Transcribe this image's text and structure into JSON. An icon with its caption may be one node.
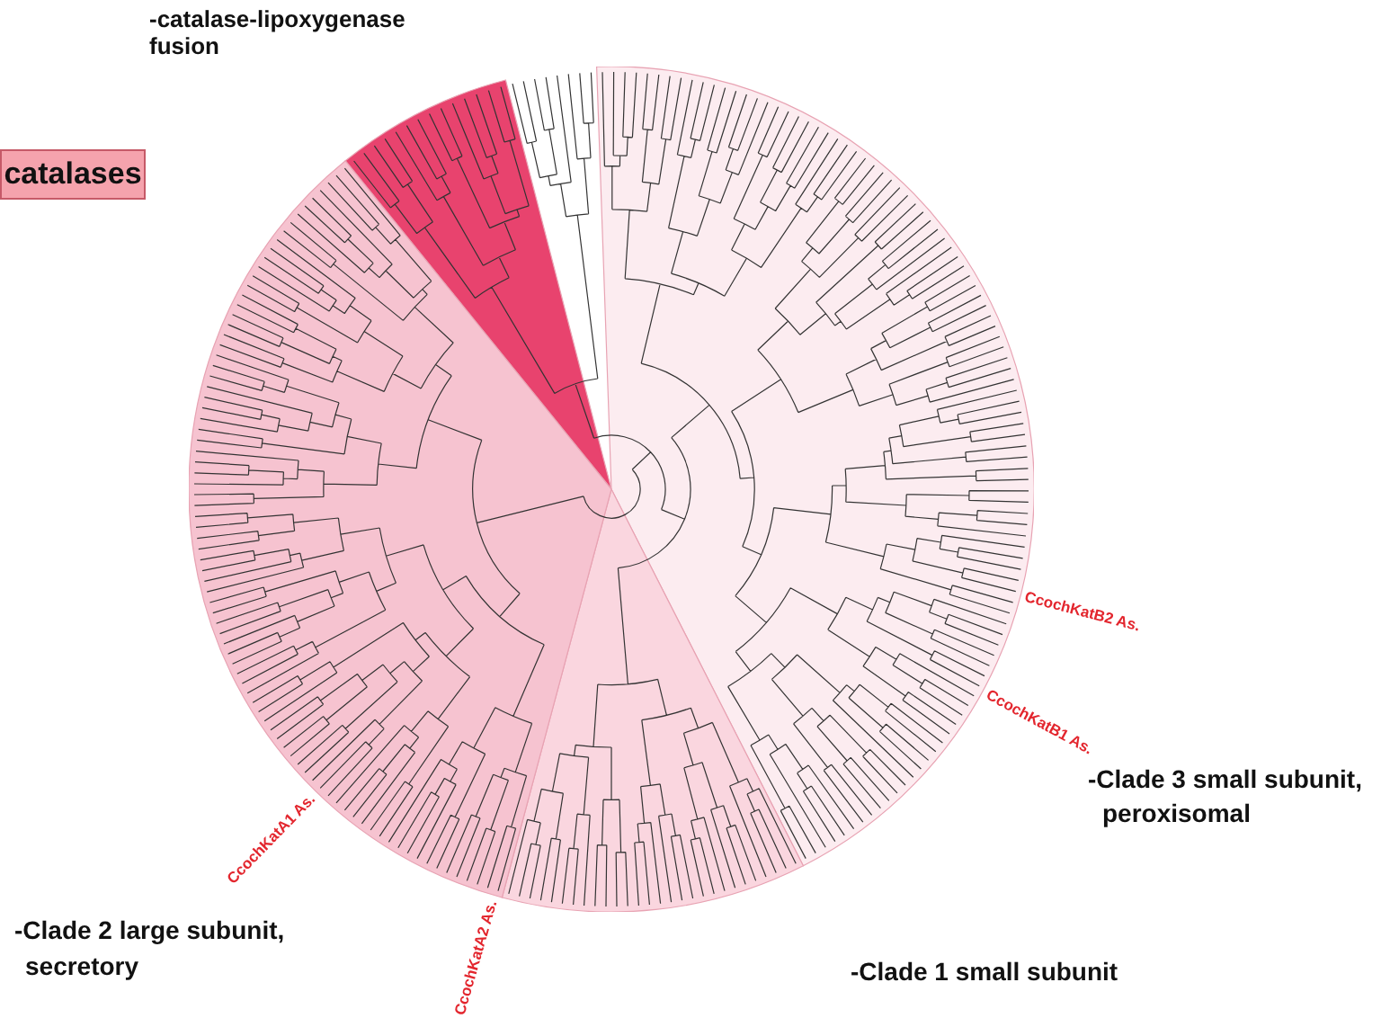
{
  "diagram": {
    "nodes": [
      {
        "text": [
          "catalases"
        ]
      }
    ],
    "labels": [
      "-catalase-lipoxygenase fusion",
      "CcochKatB2 As.",
      "CcochKatB1 As.",
      "-Clade 3 small subunit, peroxisomal",
      "CcochKatA1 As.",
      "-Clade 2 large subunit, secretory",
      "CcochKatA2 As.",
      "-Clade 1 small subunit"
    ]
  }
}
